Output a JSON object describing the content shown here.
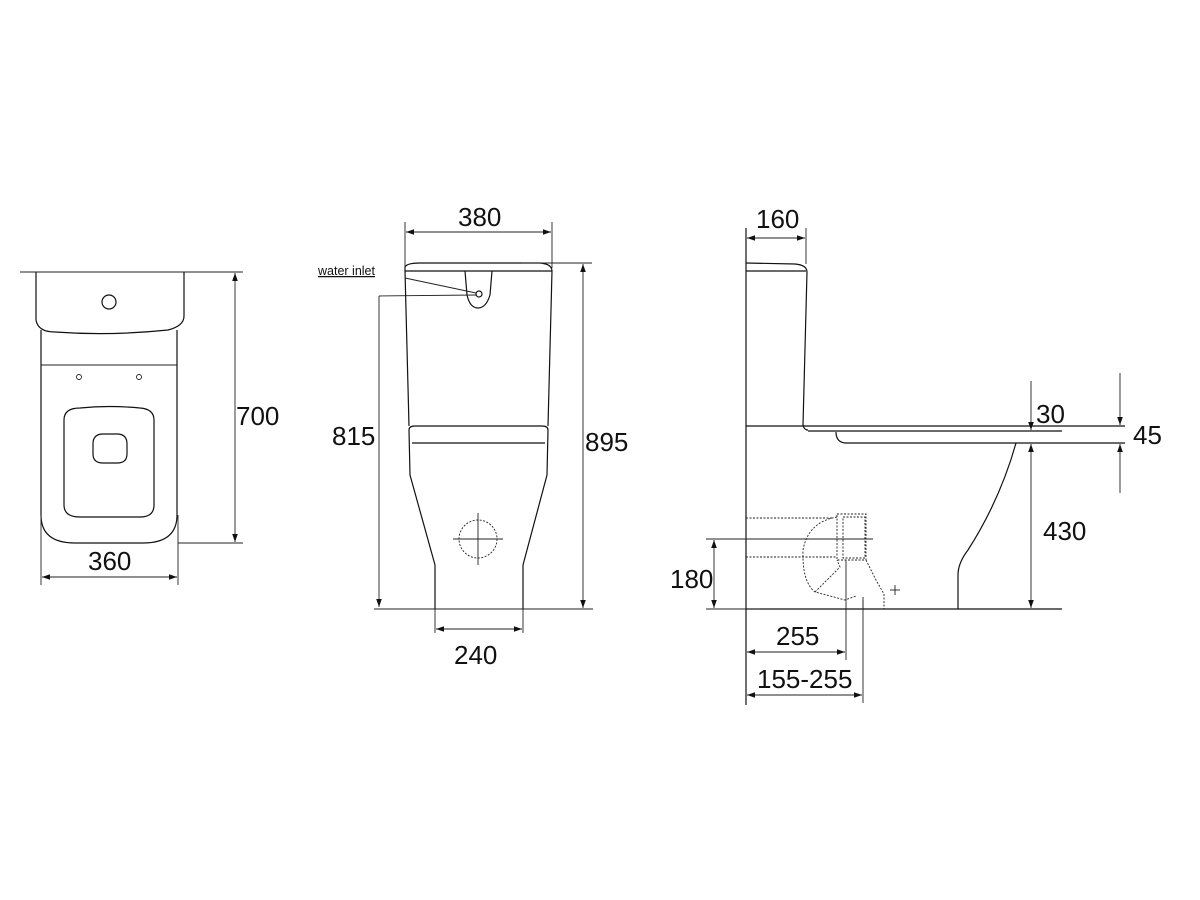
{
  "plan_view": {
    "depth": "700",
    "width": "360"
  },
  "front_view": {
    "label_water_inlet": "water inlet",
    "tank_width": "380",
    "inlet_height": "815",
    "total_height": "895",
    "base_width": "240"
  },
  "side_view": {
    "tank_depth": "160",
    "seat_thickness": "30",
    "seat_lid_thickness": "45",
    "seat_height": "430",
    "outlet_height": "180",
    "outlet_distance": "255",
    "outlet_range": "155-255"
  }
}
